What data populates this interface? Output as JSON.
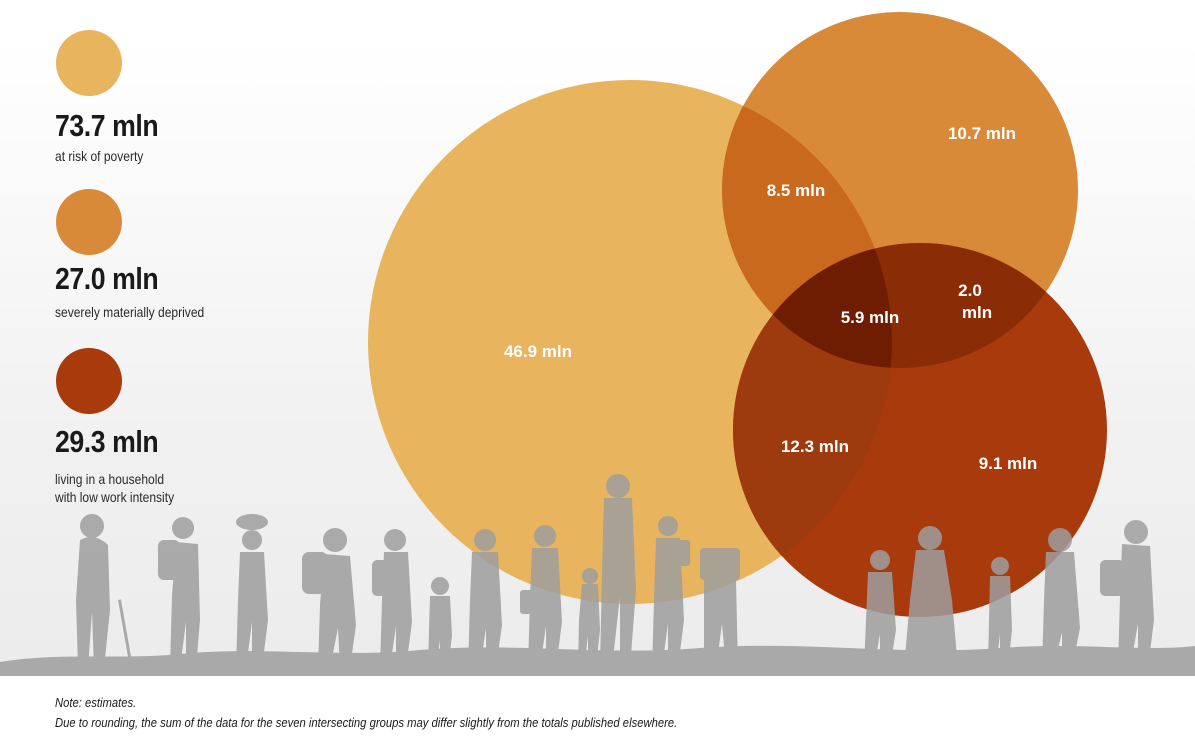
{
  "legend": [
    {
      "value": "73.7 mln",
      "desc_lines": [
        "at risk of poverty"
      ],
      "color": "#e8b45e"
    },
    {
      "value": "27.0 mln",
      "desc_lines": [
        "severely materially deprived"
      ],
      "color": "#d98a38"
    },
    {
      "value": "29.3 mln",
      "desc_lines": [
        "living in a household",
        "with low work intensity"
      ],
      "color": "#a83a0c"
    }
  ],
  "regions": {
    "poverty_only": "46.9 mln",
    "deprived_only": "10.7 mln",
    "poverty_and_deprived": "8.5 mln",
    "all_three": "5.9 mln",
    "deprived_and_lowwork_line1": "2.0",
    "deprived_and_lowwork_line2": "mln",
    "poverty_and_lowwork": "12.3 mln",
    "lowwork_only": "9.1 mln"
  },
  "colors": {
    "poverty": "#e8b45e",
    "deprived": "#d98a38",
    "lowwork": "#a83a0c",
    "silhouette": "#9e9e9e"
  },
  "notes": {
    "line1": "Note: estimates.",
    "line2": "Due to rounding, the sum of the data for the seven intersecting groups may differ slightly from the totals published elsewhere."
  }
}
